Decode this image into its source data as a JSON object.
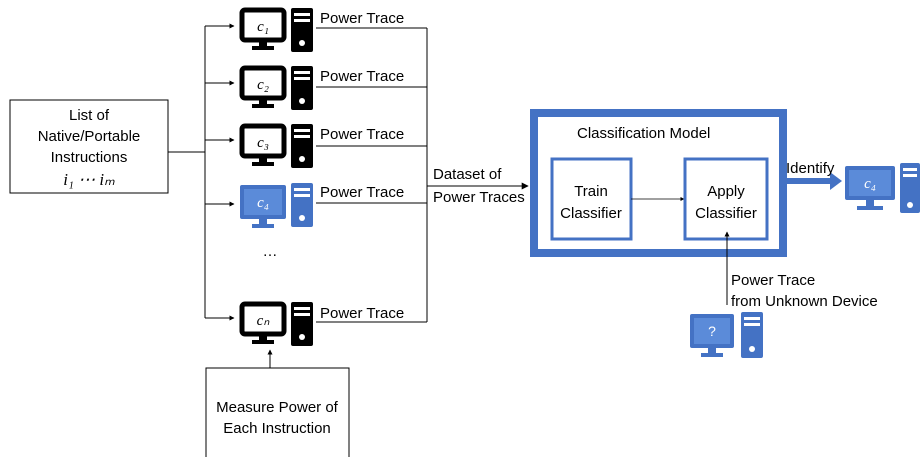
{
  "input_box": {
    "line1": "List of",
    "line2": "Native/Portable",
    "line3": "Instructions",
    "line4": "i₁ ⋯ iₘ"
  },
  "measure_box": {
    "line1": "Measure Power of",
    "line2": "Each Instruction"
  },
  "devices": [
    {
      "label": "c₁",
      "power_label": "Power Trace",
      "highlight": false
    },
    {
      "label": "c₂",
      "power_label": "Power Trace",
      "highlight": false
    },
    {
      "label": "c₃",
      "power_label": "Power Trace",
      "highlight": false
    },
    {
      "label": "c₄",
      "power_label": "Power Trace",
      "highlight": true
    },
    {
      "label": "cₙ",
      "power_label": "Power Trace",
      "highlight": false
    }
  ],
  "ellipsis": "…",
  "dataset_label": {
    "line1": "Dataset of",
    "line2": "Power Traces"
  },
  "model": {
    "title": "Classification Model",
    "train": {
      "line1": "Train",
      "line2": "Classifier"
    },
    "apply": {
      "line1": "Apply",
      "line2": "Classifier"
    }
  },
  "identify_label": "Identify",
  "identified_device": {
    "label": "c₄"
  },
  "unknown": {
    "line1": "Power Trace",
    "line2": "from Unknown Device",
    "screen_label": "?"
  },
  "colors": {
    "blue": "#4472c4",
    "black": "#000000",
    "white": "#ffffff"
  }
}
